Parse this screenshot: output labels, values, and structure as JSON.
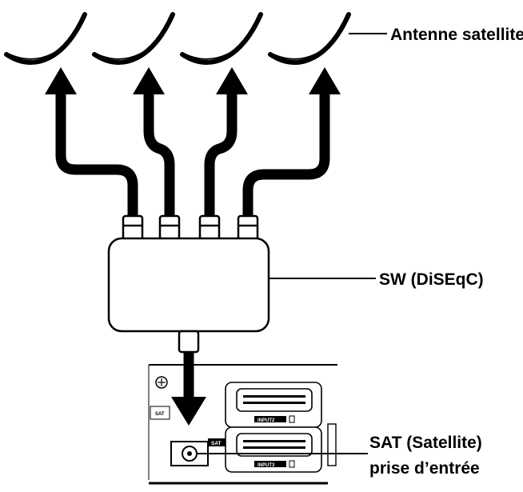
{
  "labels": {
    "antenna": "Antenne satellite",
    "switch": "SW (DiSEqC)",
    "sat_line1": "SAT (Satellite)",
    "sat_line2": "prise d’entrée"
  },
  "rear_panel": {
    "port_sat": "SAT",
    "scart_upper": "INPUT2",
    "scart_lower": "INPUT3",
    "side_tag": "SAT"
  },
  "colors": {
    "line": "#000000",
    "background": "#ffffff",
    "panel_fill": "#f2f2f2"
  },
  "icons": {
    "dish": "satellite-dish-icon",
    "arrow": "arrow-up-icon",
    "switch": "diseqc-switch-icon",
    "port": "coax-port-icon",
    "scart": "scart-connector-icon"
  }
}
